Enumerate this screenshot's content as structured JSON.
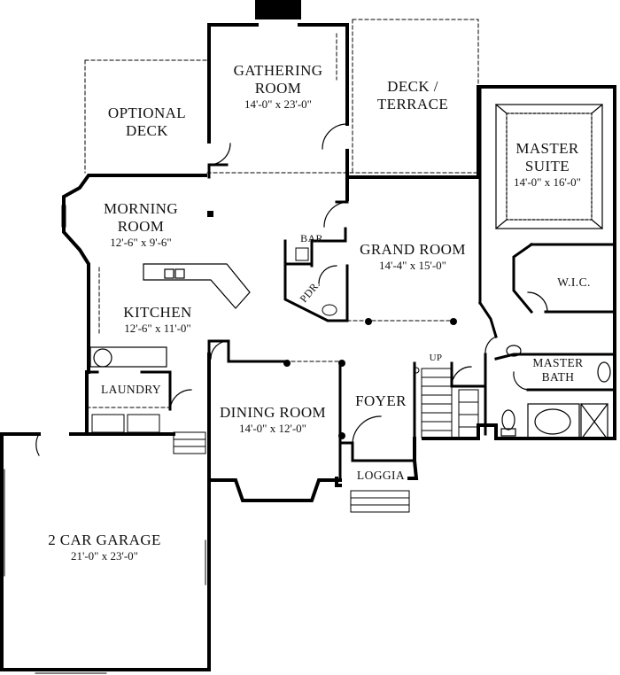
{
  "rooms": {
    "gathering": {
      "name_line1": "GATHERING",
      "name_line2": "ROOM",
      "dims": "14'-0\" x 23'-0\""
    },
    "optional_deck": {
      "name_line1": "OPTIONAL",
      "name_line2": "DECK"
    },
    "deck_terrace": {
      "name_line1": "DECK /",
      "name_line2": "TERRACE"
    },
    "master_suite": {
      "name_line1": "MASTER",
      "name_line2": "SUITE",
      "dims": "14'-0\" x 16'-0\""
    },
    "morning": {
      "name_line1": "MORNING",
      "name_line2": "ROOM",
      "dims": "12'-6\" x 9'-6\""
    },
    "bar": {
      "name": "BAR"
    },
    "grand": {
      "name": "GRAND ROOM",
      "dims": "14'-4\" x 15'-0\""
    },
    "powder": {
      "name": "PDR."
    },
    "wic": {
      "name": "W.I.C."
    },
    "kitchen": {
      "name": "KITCHEN",
      "dims": "12'-6\" x 11'-0\""
    },
    "laundry": {
      "name": "LAUNDRY"
    },
    "up": {
      "name": "UP"
    },
    "master_bath": {
      "name_line1": "MASTER",
      "name_line2": "BATH"
    },
    "dining": {
      "name": "DINING ROOM",
      "dims": "14'-0\" x 12'-0\""
    },
    "foyer": {
      "name": "FOYER"
    },
    "loggia": {
      "name": "LOGGIA"
    },
    "garage": {
      "name": "2 CAR GARAGE",
      "dims": "21'-0\" x 23'-0\""
    }
  },
  "colors": {
    "wall": "#000000",
    "line": "#111111",
    "background": "#ffffff"
  }
}
